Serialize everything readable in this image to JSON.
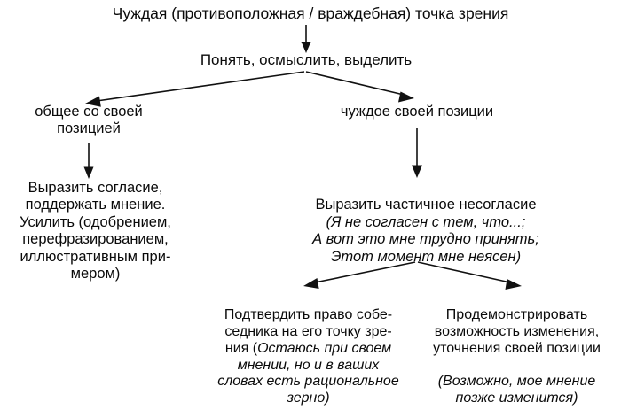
{
  "diagram": {
    "title": "Чуждая (противоположная / враждебная) точка зрения",
    "level2": "Понять, осмыслить, выделить",
    "branch_left": "общее со своей\nпозицией",
    "branch_right": "чуждое своей позиции",
    "left_action": "Выразить согласие,\nподдержать мнение.\nУсилить (одобрением,\nперефразированием,\nиллюстративным при-\nмером)",
    "right_action_head": "Выразить частичное несогласие",
    "right_action_examples": "(Я не согласен с тем, что...;\nА вот это мне трудно принять;\nЭтот момент мне неясен)",
    "sub_left_head": "Подтвердить право  собе-\nседника на его точку зре-\nния (",
    "sub_left_italic": "Остаюсь при своем\nмнении, но и в ваших\nсловах есть рациональное\nзерно)",
    "sub_right_head": "Продемонстрировать\nвозможность изменения,\nуточнения своей позиции",
    "sub_right_italic": "(Возможно, мое мнение\nпозже изменится)",
    "colors": {
      "text": "#0a0a0a",
      "arrow": "#111111",
      "background": "#ffffff"
    }
  }
}
